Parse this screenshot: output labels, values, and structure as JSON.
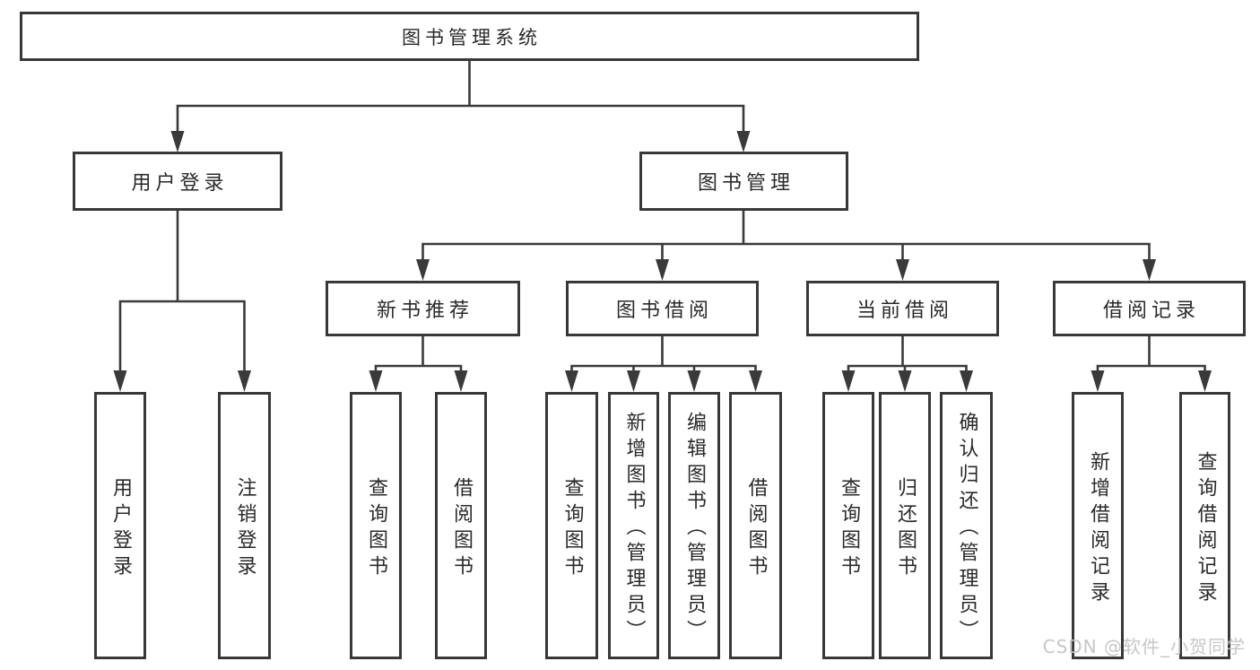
{
  "tree": {
    "root": {
      "label": "图书管理系统"
    },
    "branches": [
      {
        "label": "用户登录",
        "children": [
          {
            "label": "用户登录"
          },
          {
            "label": "注销登录"
          }
        ]
      },
      {
        "label": "图书管理",
        "children": [
          {
            "label": "新书推荐",
            "children": [
              {
                "label": "查询图书"
              },
              {
                "label": "借阅图书"
              }
            ]
          },
          {
            "label": "图书借阅",
            "children": [
              {
                "label": "查询图书"
              },
              {
                "label": "新增图书（管理员）"
              },
              {
                "label": "编辑图书（管理员）"
              },
              {
                "label": "借阅图书"
              }
            ]
          },
          {
            "label": "当前借阅",
            "children": [
              {
                "label": "查询图书"
              },
              {
                "label": "归还图书"
              },
              {
                "label": "确认归还（管理员）"
              }
            ]
          },
          {
            "label": "借阅记录",
            "children": [
              {
                "label": "新增借阅记录"
              },
              {
                "label": "查询借阅记录"
              }
            ]
          }
        ]
      }
    ]
  },
  "watermark": {
    "text": "CSDN @软件_小贺同学"
  },
  "colors": {
    "line": "#3a3a3a",
    "border": "#383838",
    "text": "#2a2a2a",
    "background": "#ffffff",
    "watermark": "#c7c7c7"
  }
}
